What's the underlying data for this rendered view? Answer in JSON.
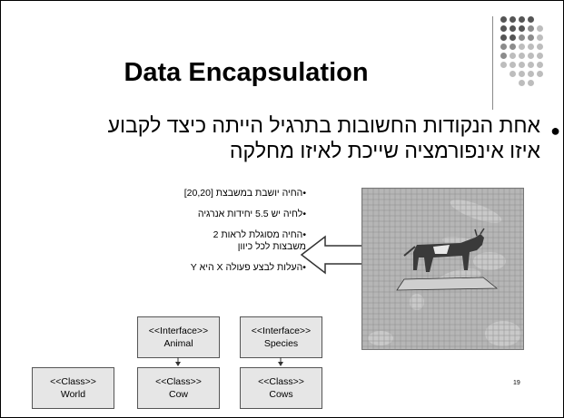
{
  "title": "Data Encapsulation",
  "bullet": {
    "line1": "אחת הנקודות החשובות בתרגיל הייתה כיצד לקבוע",
    "line2": "איזו אינפורמציה שייכת לאיזו מחלקה"
  },
  "notes": [
    "•החיה יושבת במשבצת [20,20]",
    "•לחיה יש 5.5 יחידות אנרגיה",
    "•החיה מסוגלת לראות 2 משבצות לכל כיוון",
    "•העלות לבצע פעולה X היא Y"
  ],
  "boxes": {
    "animal": {
      "stereotype": "<<Interface>>",
      "name": "Animal"
    },
    "species": {
      "stereotype": "<<Interface>>",
      "name": "Species"
    },
    "world": {
      "stereotype": "<<Class>>",
      "name": "World"
    },
    "cow": {
      "stereotype": "<<Class>>",
      "name": "Cow"
    },
    "cows": {
      "stereotype": "<<Class>>",
      "name": "Cows"
    }
  },
  "page_number": "19",
  "colors": {
    "dot_dark": "#555555",
    "dot_mid": "#8c8c8c",
    "dot_light": "#bdbdbd",
    "box_fill": "#e6e6e6",
    "grid_bg": "#b6b6b6"
  },
  "icons": {
    "decoration": "dot-grid-ornament",
    "arrow": "left-arrow",
    "image": "cow-on-grid"
  }
}
